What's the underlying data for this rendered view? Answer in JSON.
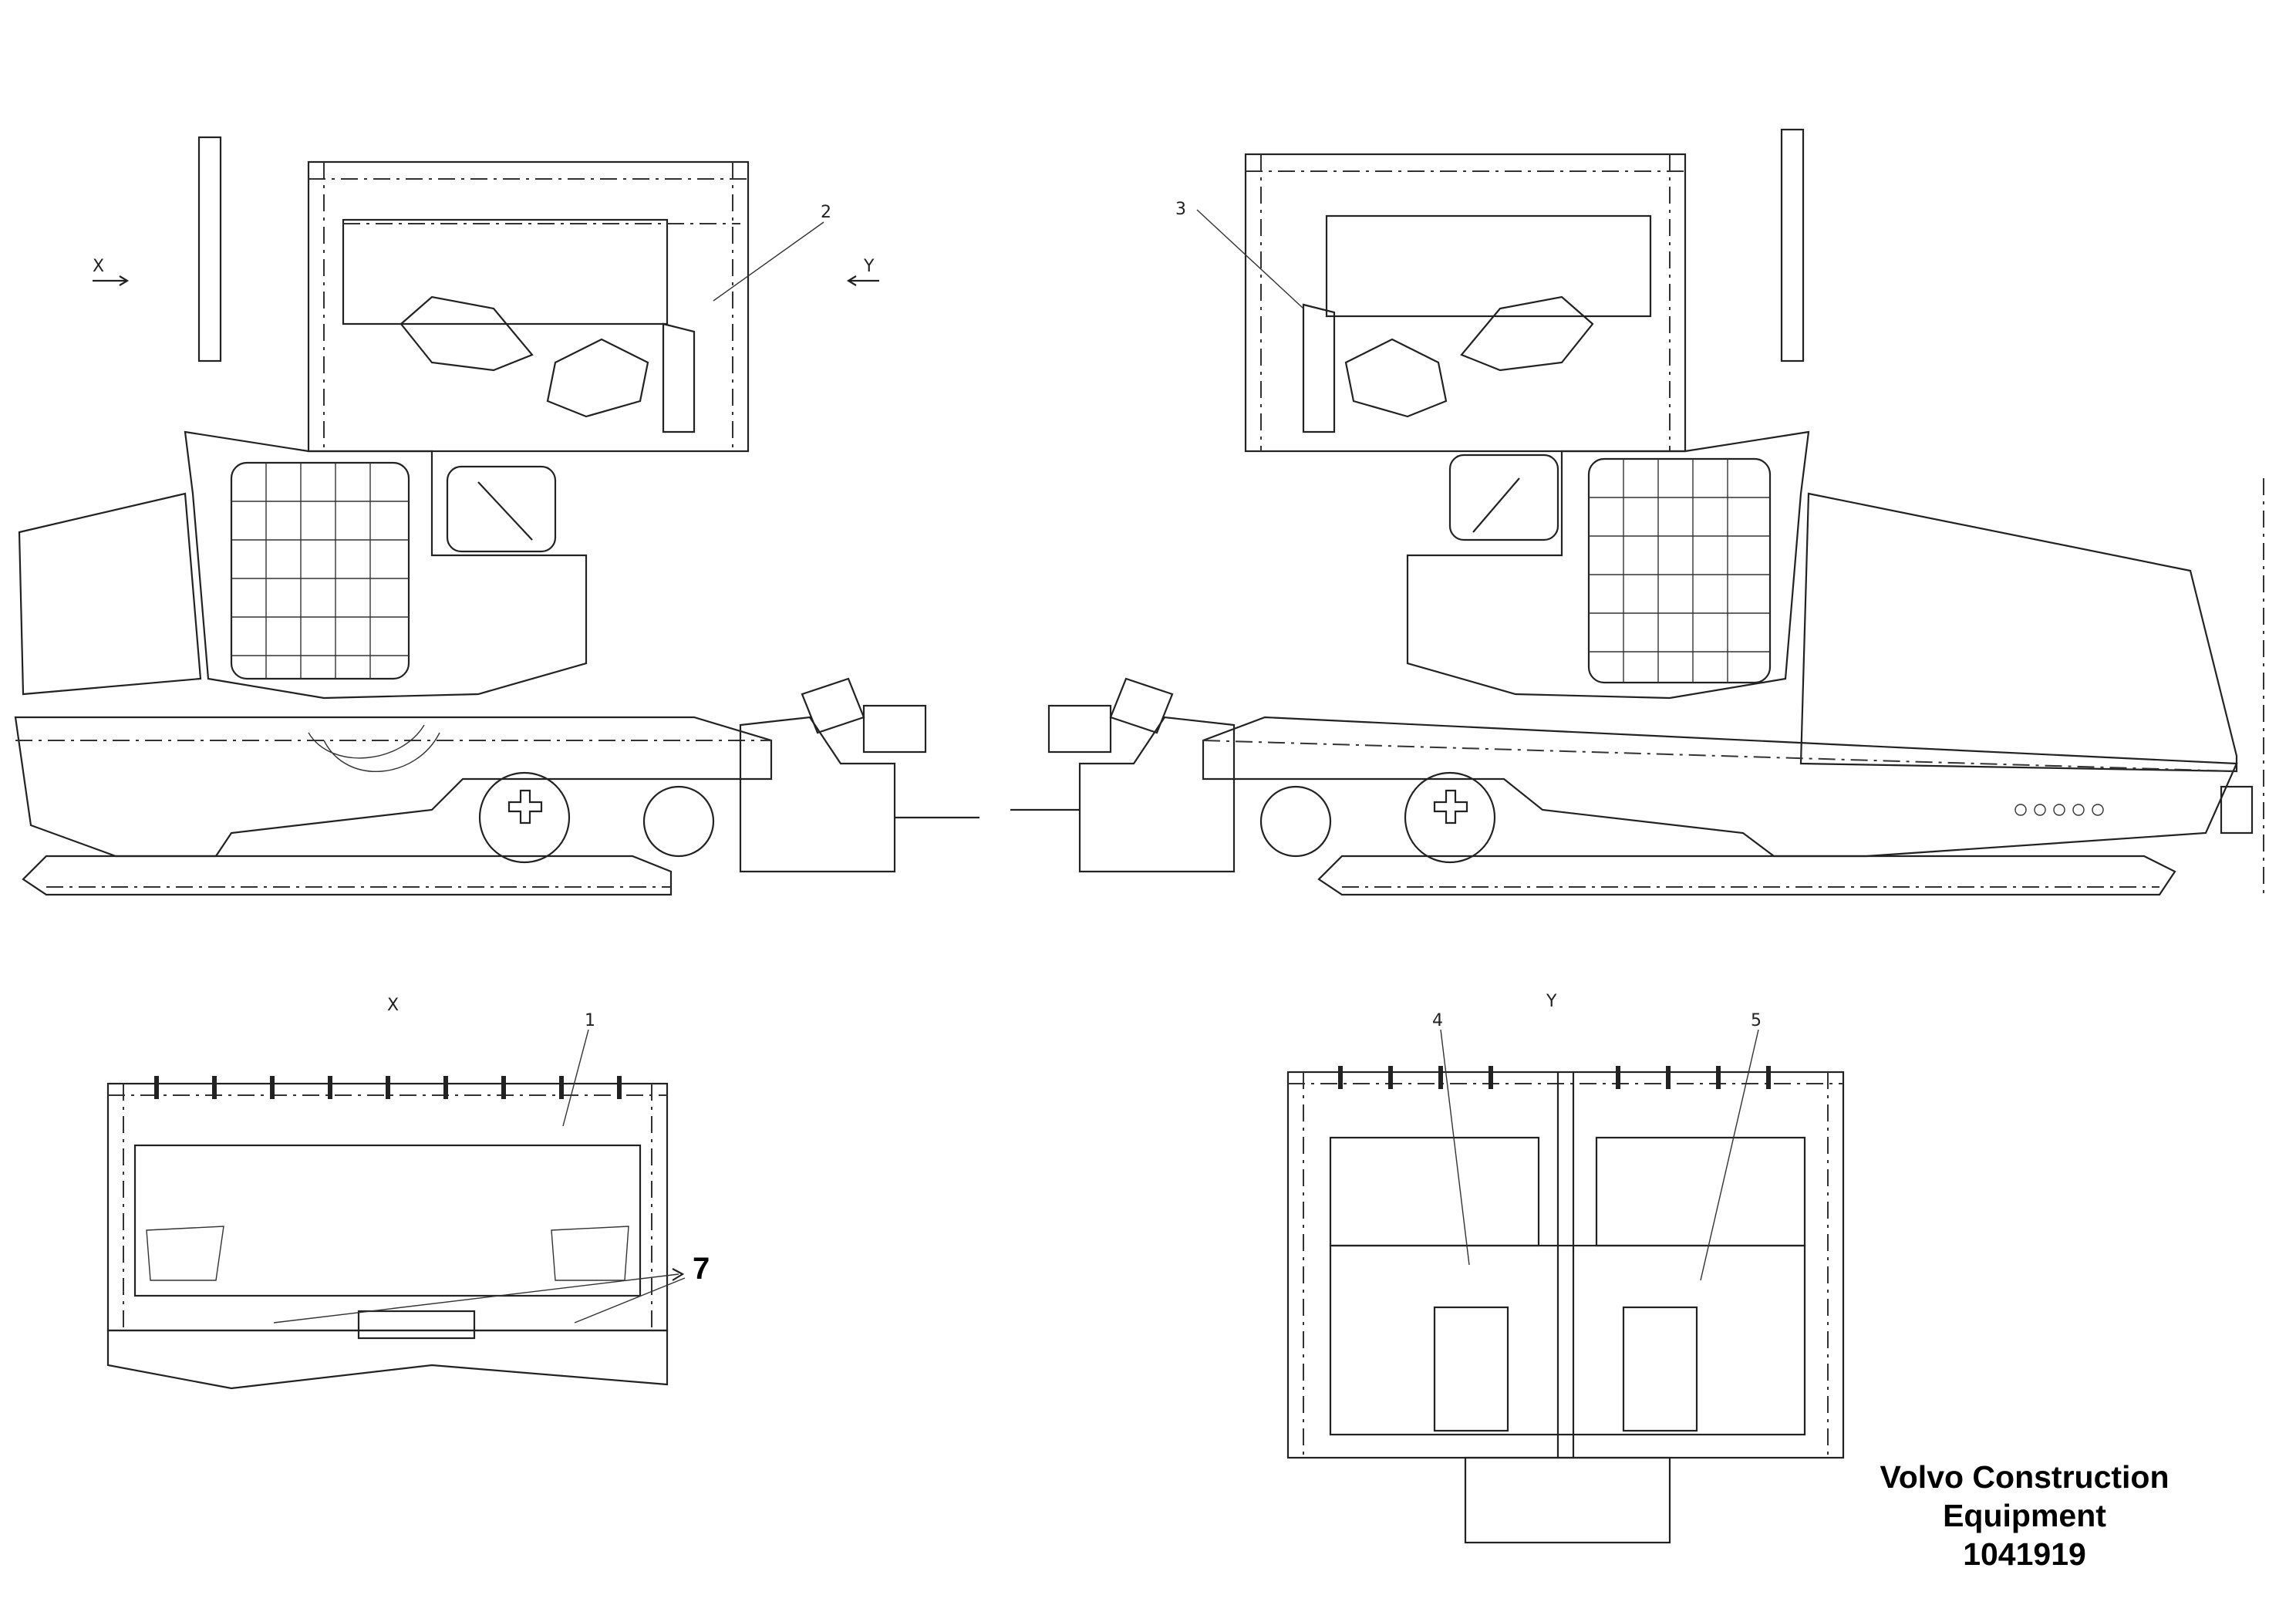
{
  "labels": {
    "view_x_arrow": "X",
    "view_y_arrow": "Y",
    "view_x_title": "X",
    "view_y_title": "Y",
    "callout_1": "1",
    "callout_2": "2",
    "callout_3": "3",
    "callout_4": "4",
    "callout_5": "5",
    "callout_7": "7"
  },
  "title_block": {
    "line1": "Volvo Construction",
    "line2": "Equipment",
    "line3": "1041919"
  },
  "colors": {
    "line": "#222222",
    "background": "#ffffff"
  }
}
